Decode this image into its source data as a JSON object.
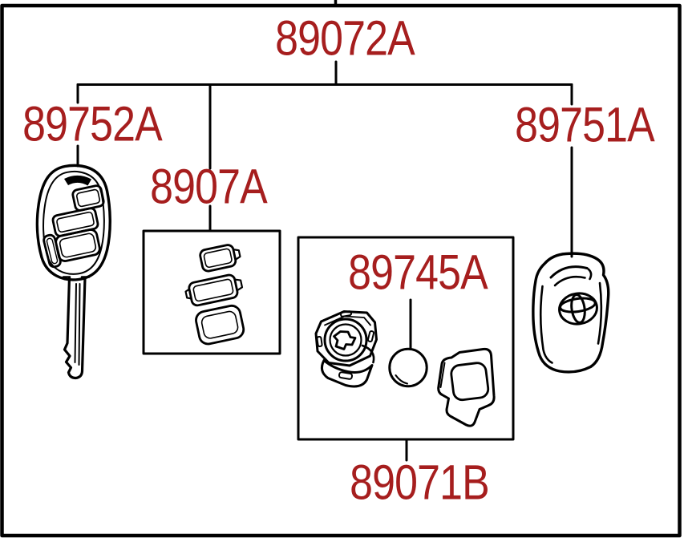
{
  "diagram": {
    "background": "#FFFFFF",
    "line_color": "#000000",
    "label_color": "#A61E1E",
    "labels": {
      "assembly": "89072A",
      "master_key": "89752A",
      "button_pad": "8907A",
      "cover": "89751A",
      "battery": "89745A",
      "module": "89071B"
    }
  }
}
